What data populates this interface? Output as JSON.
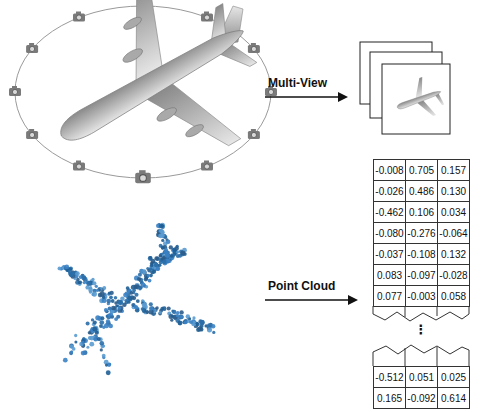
{
  "diagram": {
    "labels": [
      "Multi-View",
      "Point Cloud",
      "-0.008",
      "0.705",
      "0.157",
      "-0.026",
      "0.486",
      "0.130",
      "-0.462",
      "0.106",
      "0.034",
      "-0.080",
      "-0.276",
      "-0.064",
      "-0.037",
      "-0.108",
      "0.132",
      "0.083",
      "-0.097",
      "-0.028",
      "0.077",
      "-0.003",
      "0.058",
      "⋮",
      "-0.512",
      "0.051",
      "0.025",
      "0.165",
      "-0.092",
      "0.614"
    ]
  }
}
